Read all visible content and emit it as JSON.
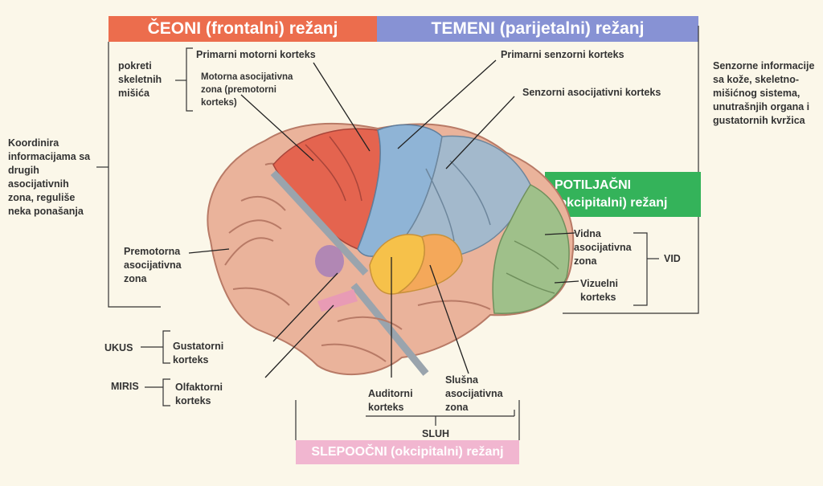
{
  "headers": {
    "frontal": "ČEONI (frontalni) režanj",
    "parietal": "TEMENI (parijetalni) režanj",
    "occipital_line1": "POTILJAČNI",
    "occipital_line2": "(okcipitalni) režanj",
    "temporal": "SLEPOOČNI (okcipitalni) režanj"
  },
  "labels": {
    "primary_motor": "Primarni motorni korteks",
    "motor_assoc": "Motorna asocijativna zona (premotorni korteks)",
    "skeletal": "pokreti skeletnih mišića",
    "coordinates": "Koordinira informacijama sa drugih asocijativnih zona, reguliše neka ponašanja",
    "premotor_assoc": "Premotorna asocijativna zona",
    "taste": "UKUS",
    "gustatory": "Gustatorni korteks",
    "smell": "MIRIS",
    "olfactory": "Olfaktorni korteks",
    "primary_sensory": "Primarni senzorni korteks",
    "sensory_assoc": "Senzorni asocijativni korteks",
    "sensory_info": "Senzorne informacije sa kože, skeletno-mišićnog sistema, unutrašnjih organa i gustatornih kvržica",
    "visual_assoc": "Vidna asocijativna zona",
    "visual_cortex": "Vizuelni korteks",
    "vision": "VID",
    "auditory": "Auditorni korteks",
    "auditory_assoc": "Slušna asocijativna zona",
    "hearing": "SLUH"
  },
  "colors": {
    "frontal": "#ec6d4d",
    "parietal": "#8792d4",
    "occipital": "#34b35a",
    "temporal": "#f1b6d0",
    "brain_base": "#eab39b",
    "motor_cortex": "#e4644f",
    "sensory_cortex": "#8fb4d6",
    "sensory_assoc": "#a3b9cc",
    "visual": "#9fc08a",
    "auditory": "#f6c14a",
    "auditory_assoc": "#f4a85a"
  }
}
